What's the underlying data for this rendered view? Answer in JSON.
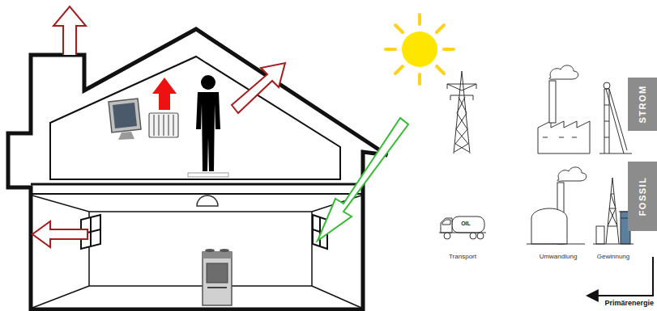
{
  "diagram": {
    "nodes": [
      {
        "text": [
          "STROM"
        ]
      },
      {
        "text": [
          "FOSSIL"
        ]
      }
    ],
    "labels": [
      "OIL",
      "Transport",
      "Umwandlung",
      "Gewinnung",
      "Primärenergie"
    ]
  }
}
